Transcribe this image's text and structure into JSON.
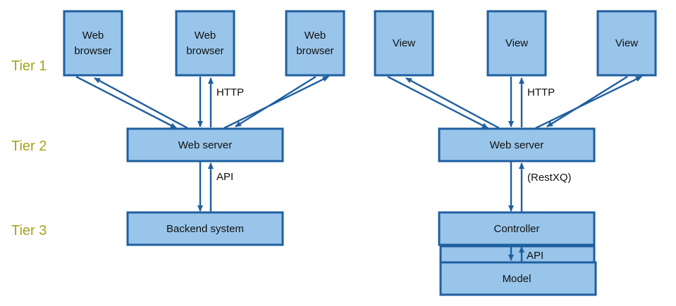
{
  "colors": {
    "box_fill": "#99c5ea",
    "box_stroke": "#1f5fa0",
    "arrow": "#1f5fa0",
    "tier_text": "#a3a51c"
  },
  "tiers": {
    "tier1": "Tier 1",
    "tier2": "Tier 2",
    "tier3": "Tier 3"
  },
  "left": {
    "browser1": [
      "Web",
      "browser"
    ],
    "browser2": [
      "Web",
      "browser"
    ],
    "browser3": [
      "Web",
      "browser"
    ],
    "web_server": "Web server",
    "backend": "Backend system",
    "http_label": "HTTP",
    "api_label": "API"
  },
  "right": {
    "view1": "View",
    "view2": "View",
    "view3": "View",
    "web_server": "Web server",
    "controller": "Controller",
    "model": "Model",
    "http_label": "HTTP",
    "restxq_label": "(RestXQ)",
    "api_label": "API"
  }
}
